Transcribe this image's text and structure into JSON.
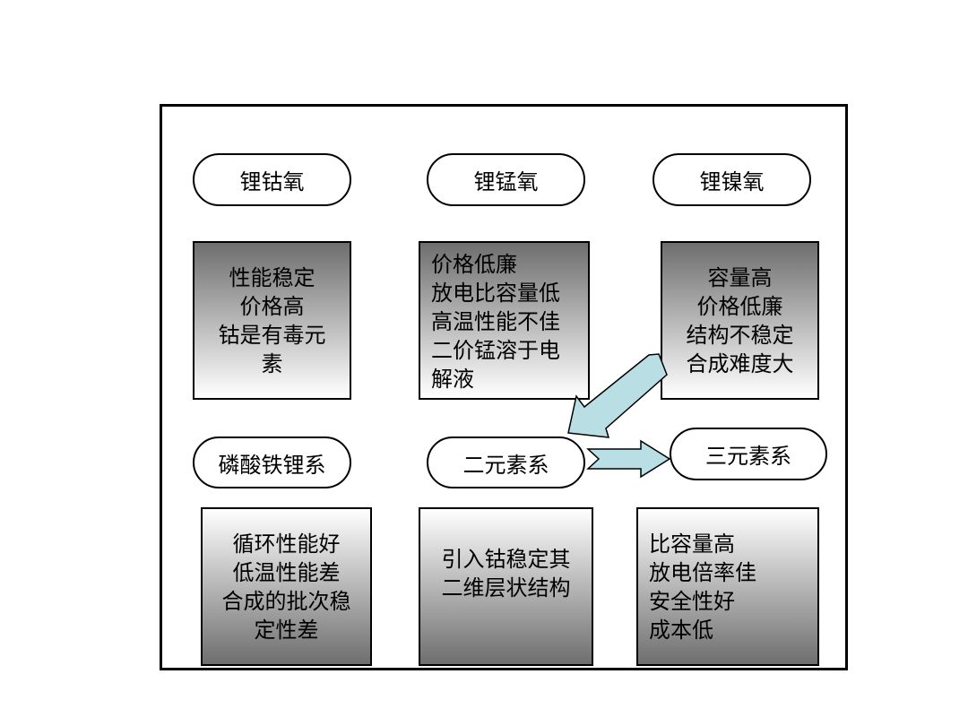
{
  "categories": [
    {
      "label": "锂钴氧",
      "lines": [
        "性能稳定",
        "价格高",
        "钴是有毒元",
        "素"
      ]
    },
    {
      "label": "锂锰氧",
      "lines": [
        "价格低廉",
        "放电比容量低",
        "高温性能不佳",
        "二价锰溶于电",
        "解液"
      ]
    },
    {
      "label": "锂镍氧",
      "lines": [
        "容量高",
        "价格低廉",
        "结构不稳定",
        "合成难度大"
      ]
    },
    {
      "label": "磷酸铁锂系",
      "lines": [
        "循环性能好",
        "低温性能差",
        "合成的批次稳",
        "定性差"
      ]
    },
    {
      "label": "二元素系",
      "lines": [
        "引入钴稳定其",
        "二维层状结构"
      ]
    },
    {
      "label": "三元素系",
      "lines": [
        "比容量高",
        "放电倍率佳",
        "安全性好",
        "成本低"
      ]
    }
  ],
  "colors": {
    "arrow_fill": "#b9dee3",
    "gradient_dark": "#6e6e6e"
  }
}
